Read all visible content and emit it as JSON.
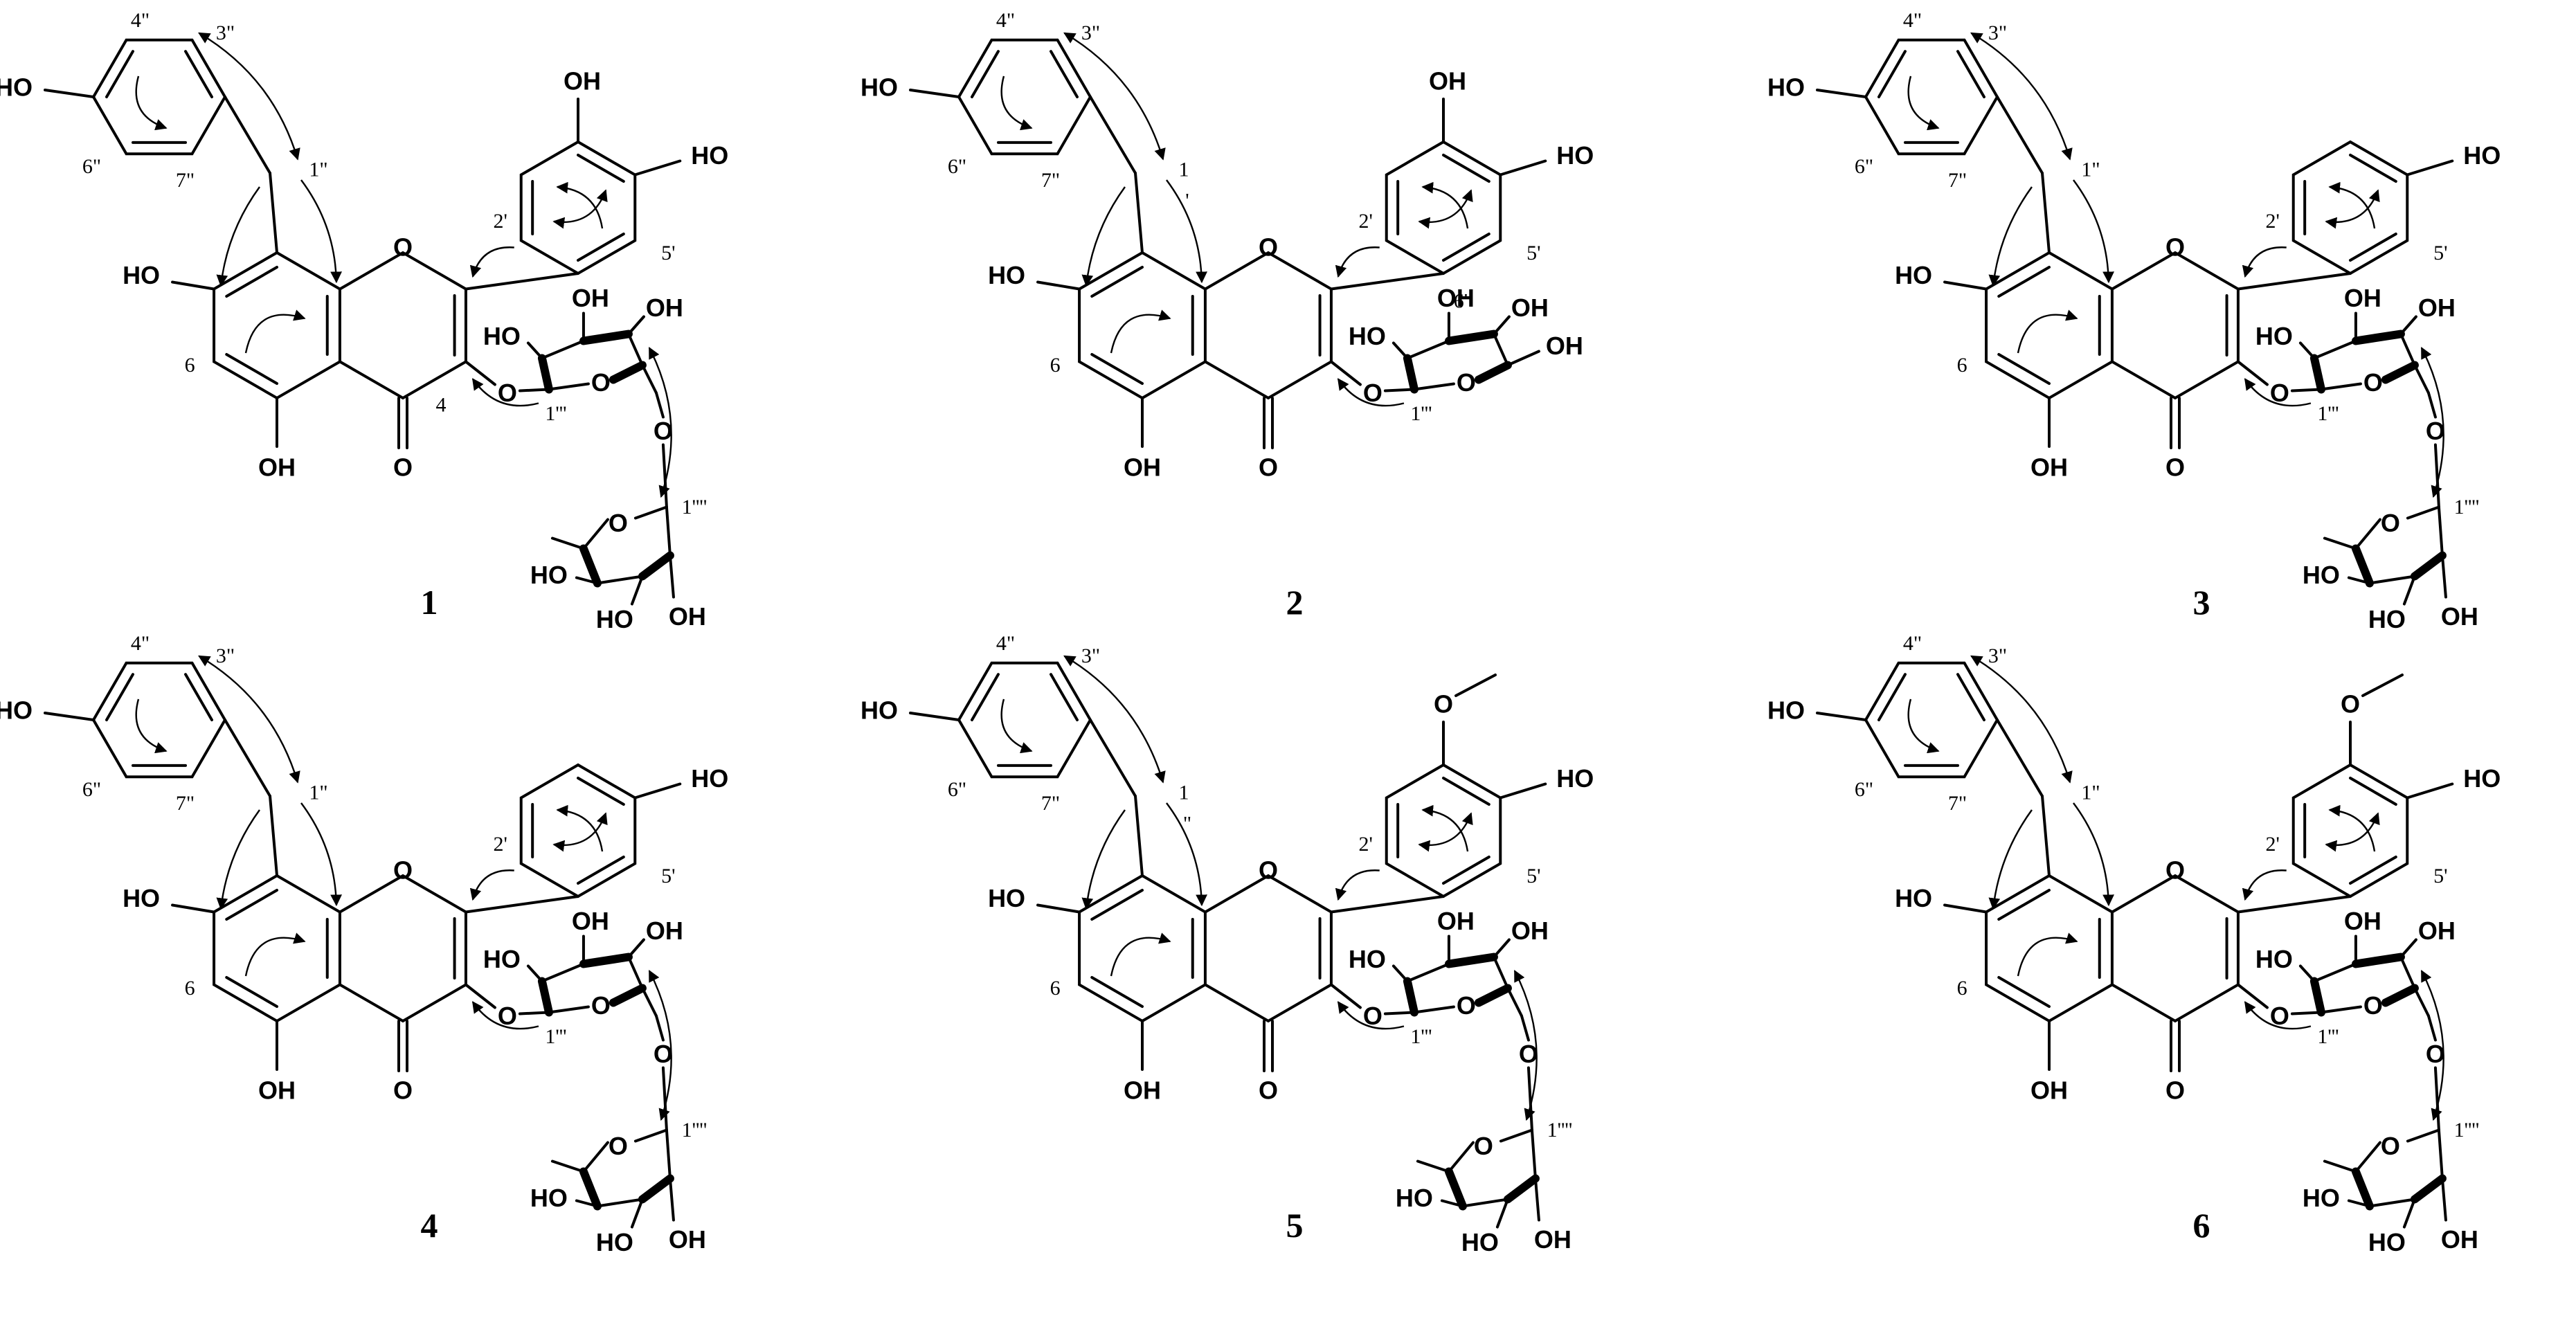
{
  "compounds": [
    {
      "id": "1",
      "ring_b_oh": [
        "OH",
        "OH"
      ],
      "methoxy": false,
      "sugar_type": "glc-rha",
      "labels": {
        "c4": "4",
        "c6": "6",
        "c2p": "2'",
        "c5p": "5'",
        "c6p": "",
        "c1pp": "1\"",
        "c3pp": "3\"",
        "c4pp": "4\"",
        "c6pp": "6\"",
        "c7pp": "7\"",
        "c1ppp": "1'''",
        "c1pppp": "1''''"
      },
      "atoms": {
        "oh_7": "HO",
        "oh_5": "OH",
        "ring_o": "O",
        "keto": "O",
        "c3_o": "O",
        "phenol": "HO",
        "s_oh2": "HO",
        "s_oh3": "OH",
        "s_oh4": "OH",
        "ring_os": "O",
        "link_o": "O",
        "rha_o": "O",
        "r_oh4": "HO",
        "r_oh3": "HO",
        "r_oh2": "OH"
      }
    },
    {
      "id": "2",
      "ring_b_oh": [
        "OH",
        "OH"
      ],
      "methoxy": false,
      "sugar_type": "glc",
      "labels": {
        "c4": "",
        "c6": "6",
        "c2p": "2'",
        "c5p": "5'",
        "c6p": "6'",
        "c1pp": "1",
        "c1pp_b": "'",
        "c3pp": "3\"",
        "c4pp": "4\"",
        "c6pp": "6\"",
        "c7pp": "7\"",
        "c1ppp": "1'''",
        "c1pppp": ""
      },
      "atoms": {
        "oh_7": "HO",
        "oh_5": "OH",
        "ring_o": "O",
        "keto": "O",
        "c3_o": "O",
        "phenol": "HO",
        "s_oh2": "HO",
        "s_oh3": "OH",
        "s_oh4": "OH",
        "s_oh6": "OH",
        "ring_os": "O"
      }
    },
    {
      "id": "3",
      "ring_b_oh": [
        "OH"
      ],
      "methoxy": false,
      "sugar_type": "gal-rha",
      "labels": {
        "c4": "",
        "c6": "6",
        "c2p": "2'",
        "c5p": "5'",
        "c6p": "",
        "c1pp": "1\"",
        "c3pp": "3\"",
        "c4pp": "4\"",
        "c6pp": "6\"",
        "c7pp": "7\"",
        "c1ppp": "1'''",
        "c1pppp": "1''''"
      },
      "atoms": {
        "oh_7": "HO",
        "oh_5": "OH",
        "ring_o": "O",
        "keto": "O",
        "c3_o": "O",
        "phenol": "HO",
        "s_oh2": "HO",
        "s_oh3": "OH",
        "s_oh4": "OH",
        "ring_os": "O",
        "link_o": "O",
        "rha_o": "O",
        "r_oh4": "HO",
        "r_oh3": "HO",
        "r_oh2": "OH"
      }
    },
    {
      "id": "4",
      "ring_b_oh": [
        "OH"
      ],
      "methoxy": false,
      "sugar_type": "glc-rha",
      "labels": {
        "c4": "",
        "c6": "6",
        "c2p": "2'",
        "c5p": "5'",
        "c6p": "",
        "c1pp": "1\"",
        "c3pp": "3\"",
        "c4pp": "4\"",
        "c6pp": "6\"",
        "c7pp": "7\"",
        "c1ppp": "1'''",
        "c1pppp": "1''''"
      },
      "atoms": {
        "oh_7": "HO",
        "oh_5": "OH",
        "ring_o": "O",
        "keto": "O",
        "c3_o": "O",
        "phenol": "HO",
        "s_oh2": "HO",
        "s_oh3": "OH",
        "s_oh4": "OH",
        "ring_os": "O",
        "link_o": "O",
        "rha_o": "O",
        "r_oh4": "HO",
        "r_oh3": "HO",
        "r_oh2": "OH"
      }
    },
    {
      "id": "5",
      "ring_b_oh": [
        "OH"
      ],
      "methoxy": true,
      "sugar_type": "glc-rha",
      "labels": {
        "c4": "",
        "c6": "6",
        "c2p": "2'",
        "c5p": "5'",
        "c6p": "",
        "c1pp": "1",
        "c1pp_b": "\"",
        "c3pp": "3\"",
        "c4pp": "4\"",
        "c6pp": "6\"",
        "c7pp": "7\"",
        "c1ppp": "1'''",
        "c1pppp": "1''''"
      },
      "atoms": {
        "oh_7": "HO",
        "oh_5": "OH",
        "ring_o": "O",
        "keto": "O",
        "c3_o": "O",
        "phenol": "HO",
        "s_oh2": "HO",
        "s_oh3": "OH",
        "s_oh4": "OH",
        "ring_os": "O",
        "link_o": "O",
        "rha_o": "O",
        "r_oh4": "HO",
        "r_oh3": "HO",
        "r_oh2": "OH",
        "ome_o": "O"
      }
    },
    {
      "id": "6",
      "ring_b_oh": [
        "OH"
      ],
      "methoxy": true,
      "sugar_type": "gal-rha",
      "labels": {
        "c4": "",
        "c6": "6",
        "c2p": "2'",
        "c5p": "5'",
        "c6p": "",
        "c1pp": "1\"",
        "c3pp": "3\"",
        "c4pp": "4\"",
        "c6pp": "6\"",
        "c7pp": "7\"",
        "c1ppp": "1'''",
        "c1pppp": "1''''"
      },
      "atoms": {
        "oh_7": "HO",
        "oh_5": "OH",
        "ring_o": "O",
        "keto": "O",
        "c3_o": "O",
        "phenol": "HO",
        "s_oh2": "HO",
        "s_oh3": "OH",
        "s_oh4": "OH",
        "ring_os": "O",
        "link_o": "O",
        "rha_o": "O",
        "r_oh4": "HO",
        "r_oh3": "HO",
        "r_oh2": "OH",
        "ome_o": "O"
      }
    }
  ]
}
